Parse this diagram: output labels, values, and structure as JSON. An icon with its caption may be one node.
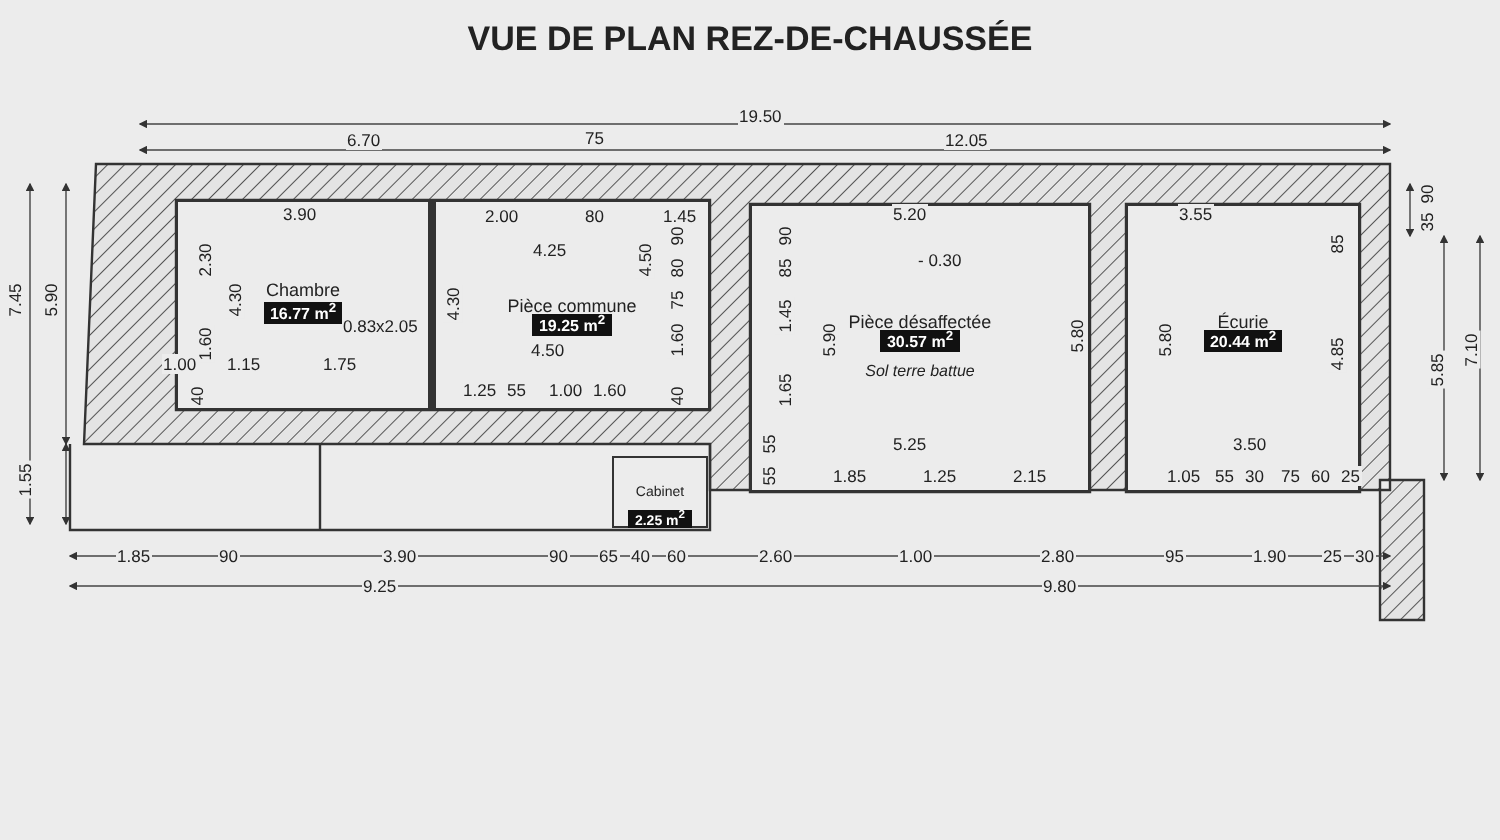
{
  "diagram": {
    "title": "VUE DE PLAN REZ-DE-CHAUSSÉE",
    "nodes": [
      {
        "text": [
          "Chambre",
          "16.77 m$^{2}$"
        ]
      },
      {
        "text": [
          "Pièce commune",
          "19.25 m$^{2}$"
        ]
      },
      {
        "text": [
          "Pièce désaffectée",
          "30.57 m$^{2}$",
          "Sol terre battue"
        ]
      },
      {
        "text": [
          "Écurie",
          "20.44 m$^{2}$"
        ]
      },
      {
        "text": [
          "Cabinet",
          "2.25 m$^{2}$"
        ]
      }
    ],
    "edges": [],
    "labels": [
      "19.50",
      "6.70",
      "75",
      "12.05",
      "7.45",
      "5.90",
      "1.55",
      "35",
      "90",
      "5.85",
      "7.10",
      "3.90",
      "2.30",
      "4.30",
      "1.60",
      "1.00",
      "1.15",
      "1.75",
      "40",
      "0.83x2.05",
      "2.00",
      "80",
      "1.45",
      "4.25",
      "90",
      "80",
      "75",
      "4.30",
      "4.50",
      "1.60",
      "4.50",
      "1.25",
      "55",
      "1.00",
      "1.60",
      "40",
      "- 0.30",
      "5.20",
      "90",
      "85",
      "1.45",
      "5.90",
      "1.65",
      "5.80",
      "5.25",
      "55",
      "1.85",
      "55",
      "1.25",
      "2.15",
      "3.55",
      "85",
      "5.80",
      "4.85",
      "3.50",
      "1.05",
      "55",
      "30",
      "75",
      "60",
      "25",
      "1.85",
      "90",
      "3.90",
      "90",
      "65",
      "40",
      "60",
      "2.60",
      "1.00",
      "2.80",
      "95",
      "1.90",
      "25",
      "30",
      "9.25",
      "9.80"
    ]
  }
}
